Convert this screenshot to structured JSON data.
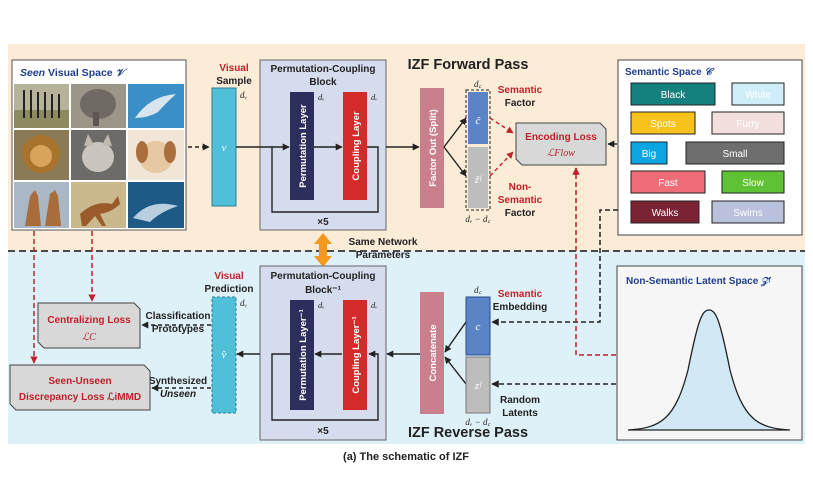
{
  "forward_title": "IZF Forward Pass",
  "reverse_title": "IZF Reverse Pass",
  "caption": "(a) The schematic of IZF",
  "visual_space": {
    "title_prefix": "Seen",
    "title_rest": " Visual Space ",
    "symbol": "𝒱"
  },
  "visual_sample": {
    "line1": "Visual",
    "line2": "Sample",
    "dim": "dᵥ",
    "vec": "v"
  },
  "visual_prediction": {
    "line1": "Visual",
    "line2": "Prediction",
    "dim": "dᵥ",
    "vec": "v̂"
  },
  "pc_forward": {
    "line1": "Permutation-Coupling",
    "line2": "Block",
    "perm": "Permutation Layer",
    "coup": "Coupling Layer",
    "dim": "dᵥ",
    "repeat": "×5"
  },
  "pc_reverse": {
    "line1": "Permutation-Coupling",
    "line2": "Block⁻¹",
    "perm": "Permutation Layer⁻¹",
    "coup": "Coupling Layer⁻¹",
    "dim": "dᵥ",
    "repeat": "×5"
  },
  "shared_note": {
    "line1": "Same Network",
    "line2": "Parameters"
  },
  "factor_out": "Factor Out (Split)",
  "concatenate": "Concatenate",
  "forward_split": {
    "dim_top": "d꜀",
    "c": "ĉ",
    "z": "ẑᶠ",
    "dim_bottom": "dᵥ − d꜀"
  },
  "semantic_factor": {
    "line1": "Semantic",
    "line2": "Factor"
  },
  "non_semantic_factor": {
    "line1": "Non-",
    "line2": "Semantic",
    "line3": "Factor"
  },
  "encoding_loss": {
    "line1": "Encoding Loss",
    "line2": "ℒFlow"
  },
  "semantic_space": {
    "title": "Semantic Space ",
    "symbol": "𝒞",
    "attributes": [
      "Black",
      "White",
      "Spots",
      "Furry",
      "Big",
      "Small",
      "Fast",
      "Slow",
      "Walks",
      "Swims"
    ]
  },
  "reverse_split": {
    "dim_top": "d꜀",
    "c": "c",
    "z": "zᶠ",
    "dim_bottom": "dᵥ − d꜀"
  },
  "semantic_embedding": {
    "line1": "Semantic",
    "line2": "Embedding"
  },
  "random_latents": {
    "line1": "Random",
    "line2": "Latents"
  },
  "latent_space": {
    "title": "Non-Semantic Latent Space ",
    "symbol": "𝒵ᶠ"
  },
  "centralizing_loss": {
    "line1": "Centralizing Loss",
    "line2": "ℒC"
  },
  "discrepancy_loss": {
    "line1": "Seen-Unseen",
    "line2": "Discrepancy Loss ℒiMMD"
  },
  "classification": {
    "line1": "Classification",
    "line2": "Prototypes"
  },
  "synthesized": {
    "line1": "Synthesized",
    "line2": "Unseen"
  },
  "thumbnails": [
    "zebra",
    "elephant",
    "dolphin",
    "lion",
    "cat",
    "dog",
    "deer",
    "deer",
    "whale"
  ],
  "colors": {
    "forward_bg": "#fbecd8",
    "reverse_bg": "#dff1f8",
    "pc_box": "#d5dced",
    "perm": "#2c2f5c",
    "coup": "#d42a2a",
    "teal": "#4fc0d8",
    "mauve": "#c97f8c",
    "blue": "#5b84c6",
    "gray": "#bdbdbd",
    "loss_red": "#c0202a"
  }
}
